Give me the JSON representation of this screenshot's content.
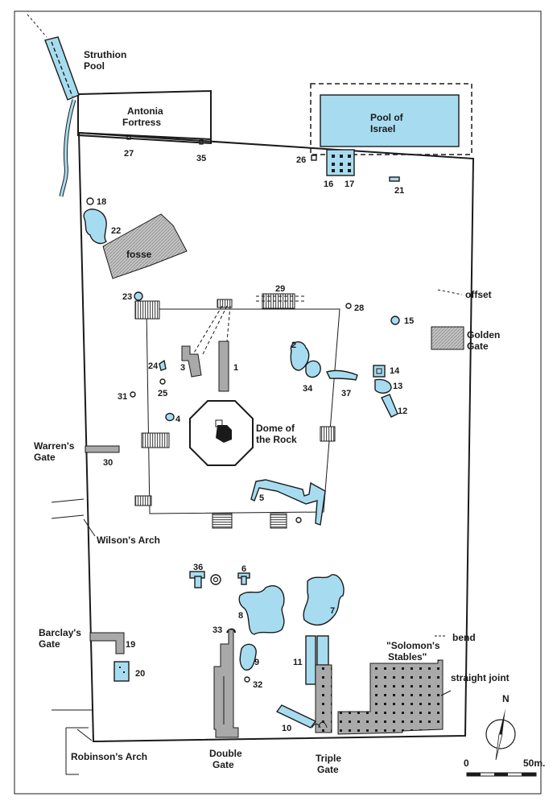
{
  "colors": {
    "cistern_fill": "#a7dcf0",
    "structure_fill": "#a9a9a9",
    "hatch_fill": "#bdbdbd",
    "line": "#1a1a1a",
    "background": "#ffffff"
  },
  "labels": {
    "struthion_pool": [
      "Struthion",
      "Pool"
    ],
    "antonia_fortress": [
      "Antonia",
      "Fortress"
    ],
    "pool_of_israel": [
      "Pool of",
      "Israel"
    ],
    "fosse": "fosse",
    "offset": "offset",
    "golden_gate": [
      "Golden",
      "Gate"
    ],
    "dome_of_the_rock": [
      "Dome of",
      "the Rock"
    ],
    "warrens_gate": [
      "Warren's",
      "Gate"
    ],
    "wilsons_arch": "Wilson's Arch",
    "barclays_gate": [
      "Barclay's",
      "Gate"
    ],
    "bend": "bend",
    "solomons_stables": [
      "\"Solomon's",
      "Stables\""
    ],
    "straight_joint": "straight joint",
    "robinsons_arch": "Robinson's Arch",
    "double_gate": [
      "Double",
      "Gate"
    ],
    "triple_gate": [
      "Triple",
      "Gate"
    ]
  },
  "scale": {
    "start": "0",
    "end": "50m."
  },
  "compass": {
    "north": "N"
  },
  "site_numbers": {
    "n1": "1",
    "n2": "2",
    "n3": "3",
    "n4": "4",
    "n5": "5",
    "n6": "6",
    "n7": "7",
    "n8": "8",
    "n9": "9",
    "n10": "10",
    "n11": "11",
    "n12": "12",
    "n13": "13",
    "n14": "14",
    "n15": "15",
    "n16": "16",
    "n17": "17",
    "n18": "18",
    "n19": "19",
    "n20": "20",
    "n21": "21",
    "n22": "22",
    "n23": "23",
    "n24": "24",
    "n25": "25",
    "n26": "26",
    "n27": "27",
    "n28": "28",
    "n29": "29",
    "n30": "30",
    "n31": "31",
    "n32": "32",
    "n33": "33",
    "n34": "34",
    "n35": "35",
    "n36": "36",
    "n37": "37"
  },
  "icons": {
    "compass": "north-arrow-icon",
    "scale": "scale-bar-icon"
  }
}
